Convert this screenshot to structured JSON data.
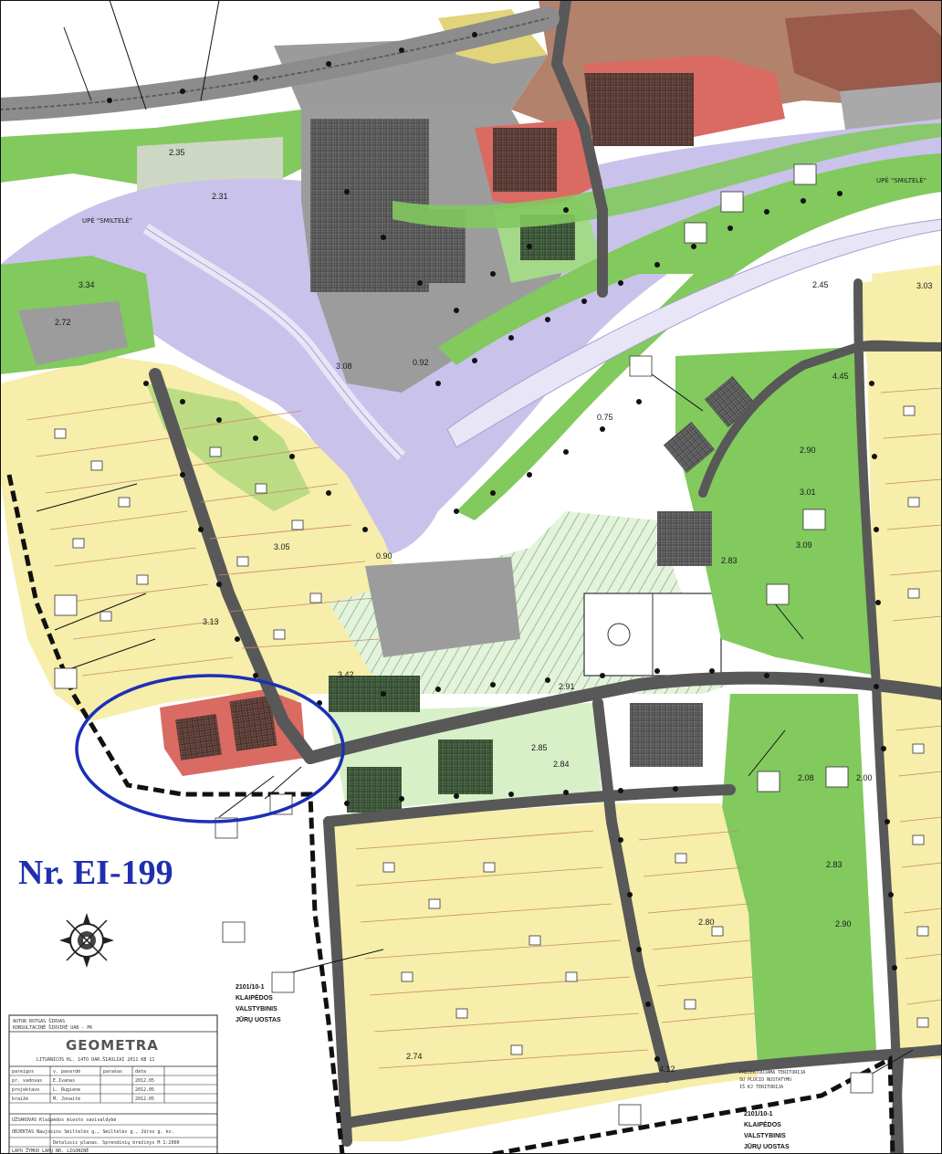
{
  "map": {
    "plan_number": "Nr. EI-199",
    "river_labels": [
      "UPĖ \"SMILTELĖ\"",
      "UPĖ \"SMILTELĖ\""
    ],
    "area_labels": [
      "3.34",
      "2.72",
      "2.31",
      "2.35",
      "3.08",
      "0.92",
      "0.75",
      "0.90",
      "3.05",
      "3.13",
      "3.42",
      "2.91",
      "2.85",
      "2.84",
      "3.03",
      "2.90",
      "3.01",
      "3.09",
      "2.83",
      "2.08",
      "2.00",
      "2.83",
      "2.90",
      "2.74",
      "2.80",
      "4.12",
      "4.45",
      "2.45"
    ],
    "place_labels": [
      {
        "code": "2101/10-1",
        "lines": [
          "KLAIPĖDOS",
          "VALSTYBINIS",
          "JŪRŲ UOSTAS"
        ]
      },
      {
        "code": "2101/10-1",
        "lines": [
          "KLAIPĖDOS",
          "VALSTYBINIS",
          "JŪRŲ UOSTAS"
        ]
      }
    ],
    "project_note": [
      "PROJEKTUOJAMA TERITORIJA",
      "SU PLOCIO NUSTATYMU",
      "IŠ KJ TERITORIJA"
    ],
    "highlight_color": "#1c2fb8",
    "colors": {
      "water": "#c9c2ea",
      "residential": "#f6eeaa",
      "green": "#7fcf57",
      "light_green": "#d8f0c8",
      "road": "#585858",
      "commercial": "#c87a6a",
      "industrial": "#8a8a8a",
      "boundary": "#111111"
    }
  },
  "title_block": {
    "header_lines": [
      "AUTOR ROTGAS ŠIRVAS",
      "KONSULTACINĖ ŠIRVIRĖ UAB - PK"
    ],
    "company": "GEOMETRA",
    "address": "LITUANICOS KL. 14TO DAR.ŠIAULIAI 2011 KB 11",
    "rows": [
      [
        "pareigos",
        "v. pavardė",
        "parašas",
        "data"
      ],
      [
        "pr. vadovas",
        "E.Ivanas",
        "",
        "2012.05"
      ],
      [
        "projektavo",
        "L. Rugiene",
        "",
        "2012.05"
      ],
      [
        "braižė",
        "M. Jonaitė",
        "",
        "2012.05"
      ]
    ],
    "footer_lines": [
      "UŽSAKOVAS  Klaipėdos miesto savivaldybė",
      "OBJEKTAS  Naujosios Smiltelės g., Smiltelės g., Jūros g. kv.",
      "Detalusis planas. Sprendinių brėžinys M 1:2000",
      "LAPO ŽYMUO  LAPŲ NR.  LIGONINĖ"
    ]
  }
}
